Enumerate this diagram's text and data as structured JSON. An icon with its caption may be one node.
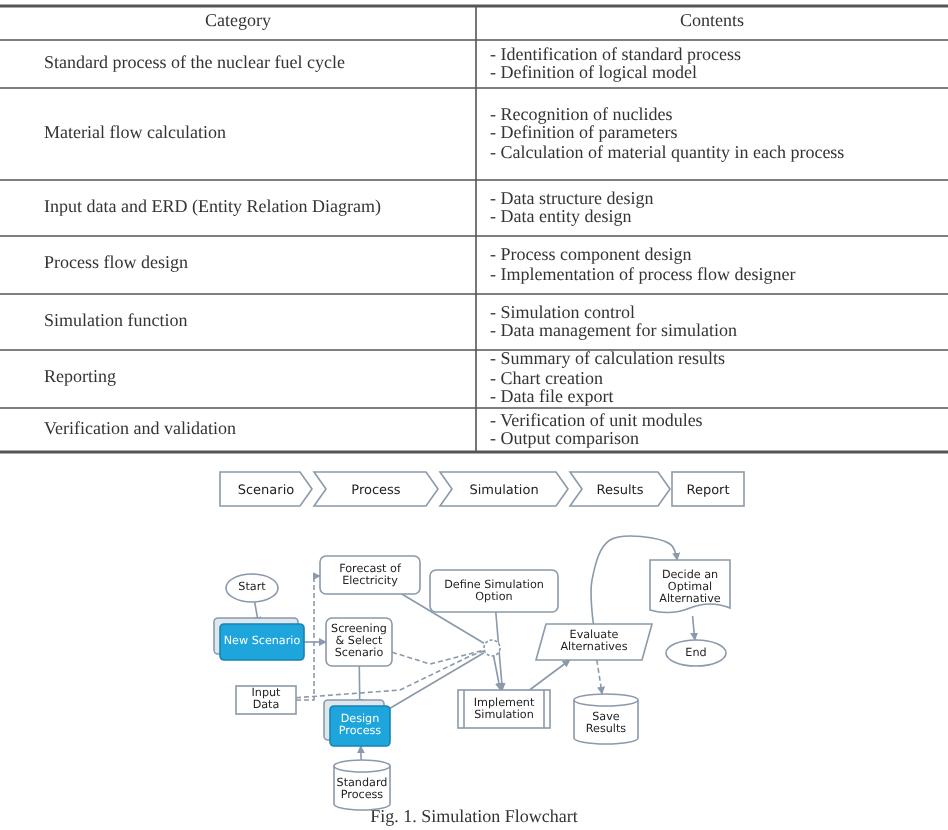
{
  "diagram": {
    "caption": "Fig. 1. Simulation Flowchart",
    "nodes": [
      {
        "text": [
          "Scenario"
        ]
      },
      {
        "text": [
          "Process"
        ]
      },
      {
        "text": [
          "Simulation"
        ]
      },
      {
        "text": [
          "Results"
        ]
      },
      {
        "text": [
          "Report"
        ]
      },
      {
        "text": [
          "Start"
        ]
      },
      {
        "text": [
          "Forecast of Electricity"
        ]
      },
      {
        "text": [
          "Define Simulation Option"
        ]
      },
      {
        "text": [
          "Decide an Optimal Alternative"
        ]
      },
      {
        "text": [
          "New Scenario"
        ]
      },
      {
        "text": [
          "Screening & Select Scenario"
        ]
      },
      {
        "text": [
          "Evaluate Alternatives"
        ]
      },
      {
        "text": [
          "End"
        ]
      },
      {
        "text": [],
        "shape": "circle"
      },
      {
        "text": [
          "Input Data"
        ]
      },
      {
        "text": [
          "Implement Simulation"
        ]
      },
      {
        "text": [
          "Save Results"
        ]
      },
      {
        "text": [
          "Design Process"
        ]
      },
      {
        "text": [
          "Standard Process"
        ]
      }
    ],
    "edges": [
      {
        "from": 5,
        "to": 9,
        "arrow": "to"
      },
      {
        "from": 9,
        "to": 10,
        "arrow": "to"
      },
      {
        "from": 14,
        "to": 6,
        "arrow": "to",
        "style": "dashed"
      },
      {
        "from": 14,
        "to": 13,
        "arrow": "none",
        "style": "dashed"
      },
      {
        "from": 10,
        "to": 17,
        "arrow": "to"
      },
      {
        "from": 18,
        "to": 17,
        "arrow": "to"
      },
      {
        "from": 6,
        "to": 13,
        "arrow": "none"
      },
      {
        "from": 17,
        "to": 13,
        "arrow": "none"
      },
      {
        "from": 7,
        "to": 15,
        "arrow": "to"
      },
      {
        "from": 13,
        "to": 15,
        "arrow": "to"
      },
      {
        "from": 15,
        "to": 11,
        "arrow": "to"
      },
      {
        "from": 11,
        "to": 16,
        "arrow": "to",
        "style": "dashed"
      },
      {
        "from": 11,
        "to": 8,
        "arrow": "to"
      },
      {
        "from": 8,
        "to": 12,
        "arrow": "to"
      },
      {
        "from": 10,
        "to": 13,
        "arrow": "none",
        "style": "dashed"
      }
    ],
    "labels": [
      "Category",
      "Contents",
      "Standard process of the nuclear fuel cycle",
      "- Identification of standard process",
      "- Definition of logical model",
      "Material flow calculation",
      "- Recognition of nuclides",
      "- Definition of parameters",
      "- Calculation of material quantity in each process",
      "Input data and ERD (Entity Relation Diagram)",
      "- Data structure design",
      "- Data entity design",
      "Process flow design",
      "- Process component design",
      "- Implementation of process flow designer",
      "Simulation function",
      "- Simulation control",
      "- Data management for simulation",
      "Reporting",
      "- Summary of calculation results",
      "- Chart creation",
      "- Data file export",
      "Verification and validation",
      "- Verification of unit modules",
      "- Output comparison"
    ]
  }
}
